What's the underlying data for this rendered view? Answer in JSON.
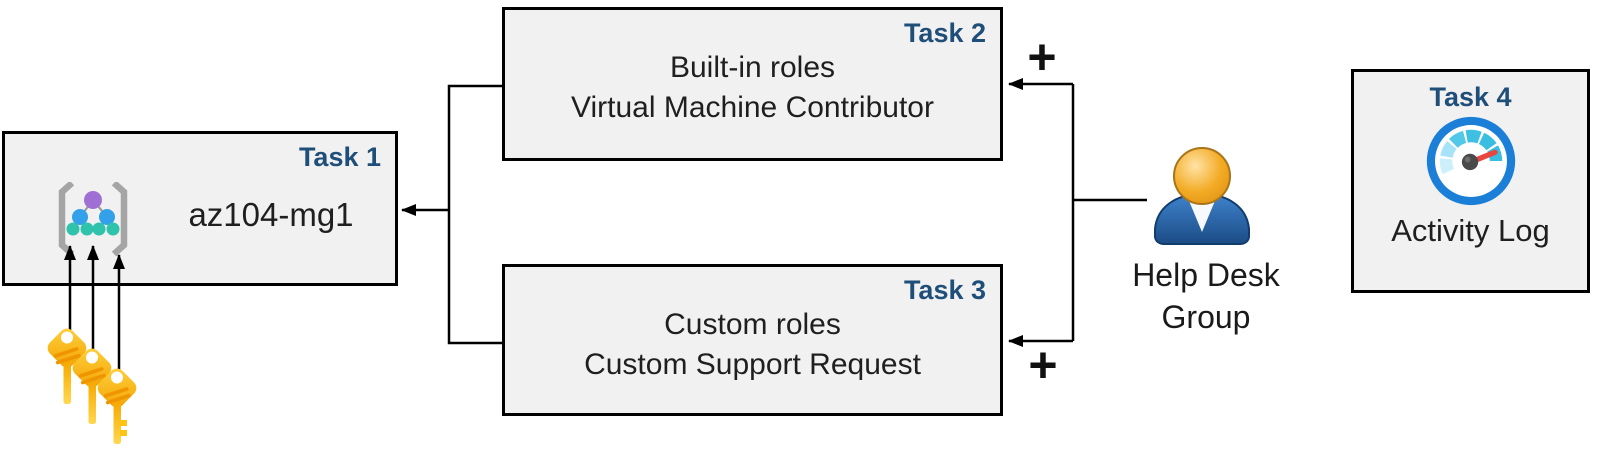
{
  "boxes": {
    "task1": {
      "label": "Task 1",
      "resource": "az104-mg1",
      "icon": "management-group-icon"
    },
    "task2": {
      "label": "Task 2",
      "line1": "Built-in roles",
      "line2": "Virtual Machine Contributor"
    },
    "task3": {
      "label": "Task 3",
      "line1": "Custom roles",
      "line2": "Custom Support Request"
    },
    "task4": {
      "label": "Task 4",
      "caption": "Activity Log",
      "icon": "activity-log-gauge-icon"
    }
  },
  "actor": {
    "line1": "Help Desk",
    "line2": "Group",
    "icon": "help-desk-user-icon"
  },
  "symbols": {
    "plus_top": "+",
    "plus_bottom": "+"
  },
  "icons": {
    "keys": "access-keys-icon"
  },
  "colors": {
    "task_label": "#1f4e79",
    "box_bg": "#f1f1f1",
    "box_border": "#000000",
    "text": "#1f1f1f",
    "arrow": "#000000",
    "key_gold": "#ffb900",
    "person_blue": "#2d6cb5",
    "person_head_orange": "#f3ab25",
    "gauge_ring_blue": "#1b7fd8",
    "gauge_teal": "#3abce0",
    "gauge_light_blue": "#cdeffc",
    "needle_red": "#e8463f",
    "mg_purple": "#9f6fd4",
    "mg_blue": "#33a0ea",
    "mg_teal": "#2fc3ab",
    "bracket_gray": "#a5a5a5"
  }
}
